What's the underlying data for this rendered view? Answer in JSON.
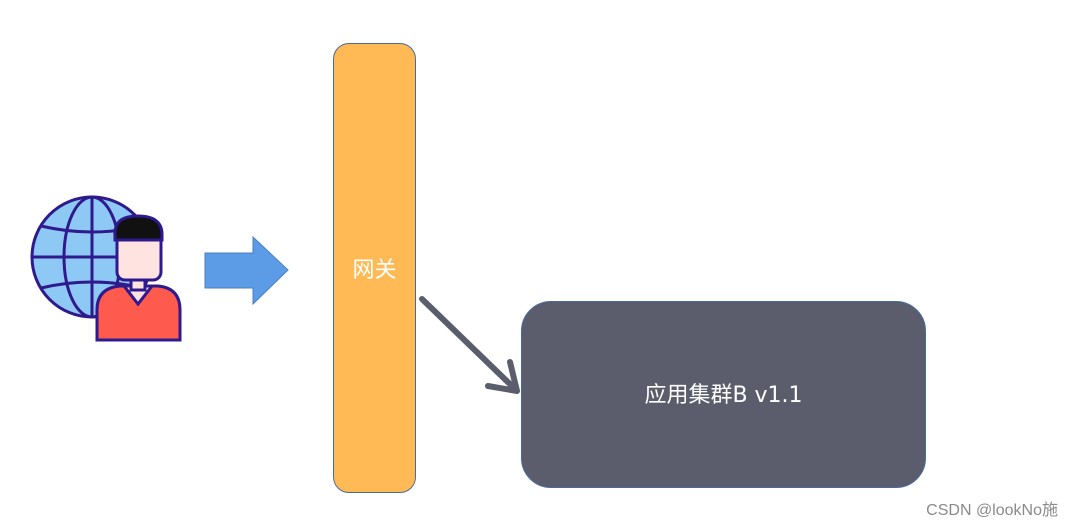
{
  "nodes": {
    "gateway": {
      "label": "网关",
      "fill": "#FFBA55"
    },
    "cluster": {
      "label": "应用集群B v1.1",
      "fill": "#5B5D6C"
    }
  },
  "icons": {
    "user": "globe-user-icon",
    "arrow_in": "right-arrow-icon",
    "arrow_out": "diagonal-arrow-icon"
  },
  "colors": {
    "arrow_in": "#5C9BE6",
    "arrow_out": "#5A5D6B",
    "globe": "#8EC8F5",
    "shirt": "#FF5A4E",
    "outline": "#2E1A8C"
  },
  "watermark": "CSDN @lookNo施"
}
